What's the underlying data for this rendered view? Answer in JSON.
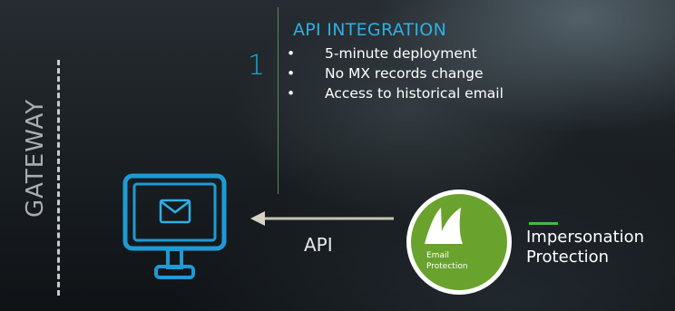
{
  "side_label": "GATEWAY",
  "step": {
    "number": "1",
    "title": "API INTEGRATION",
    "bullets": [
      "5-minute deployment",
      "No MX records change",
      "Access to historical email"
    ]
  },
  "arrow_label": "API",
  "badge": {
    "line1": "Email",
    "line2": "Protection"
  },
  "product": {
    "line1": "Impersonation",
    "line2": "Protection"
  },
  "colors": {
    "accent_blue": "#1ea7d6",
    "accent_green": "#48b649",
    "badge_green": "#6aa22e"
  },
  "icons": [
    "monitor-mail-icon",
    "left-arrow-icon",
    "barracuda-fin-icon"
  ]
}
